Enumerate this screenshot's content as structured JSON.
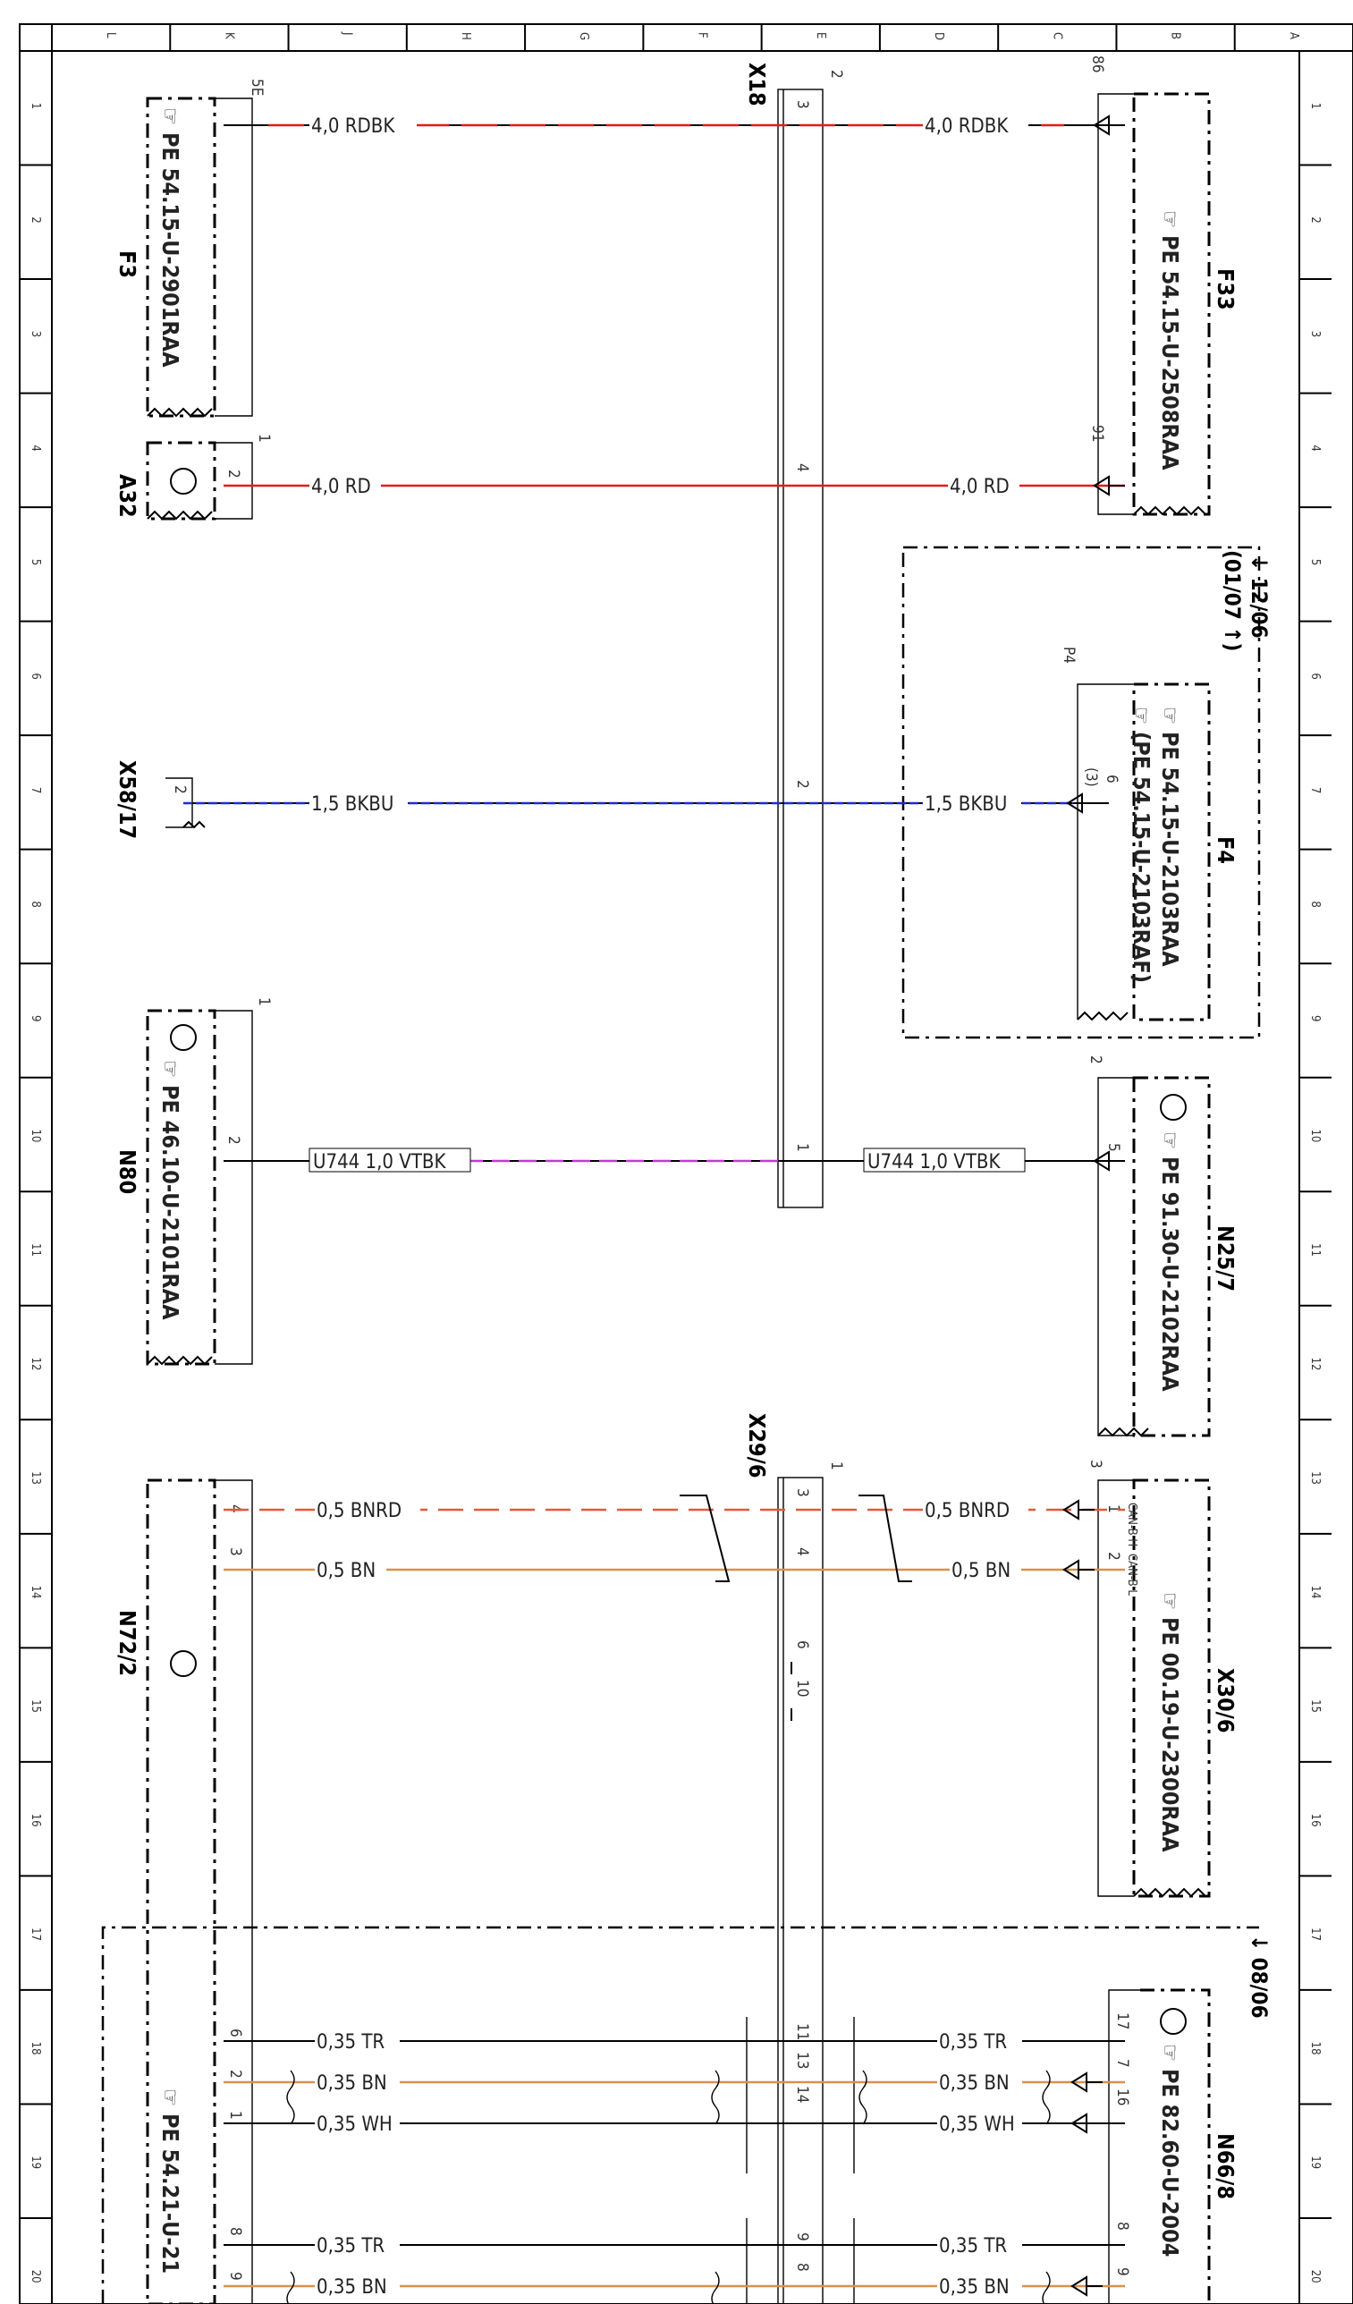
{
  "grid_letters": [
    "L",
    "K",
    "J",
    "H",
    "G",
    "F",
    "E",
    "D",
    "C",
    "B",
    "A"
  ],
  "grid_numbers": [
    "1",
    "2",
    "3",
    "4",
    "5",
    "6",
    "7",
    "8",
    "9",
    "10",
    "11",
    "12",
    "13",
    "14",
    "15",
    "16",
    "17",
    "18",
    "19",
    "20"
  ],
  "colors": {
    "RDBK": "#e21c1c",
    "RD": "#e21c1c",
    "BKBU": "#1d2bd6",
    "VTBK": "#c23ad6",
    "BNRD": "#e05a3a",
    "BN": "#d9914a",
    "TR": "#000000",
    "WH": "#000000"
  },
  "connectors": {
    "x18": {
      "name": "X18",
      "top_pin": "2",
      "pins": [
        "3",
        "4",
        "2",
        "1"
      ]
    },
    "x29": {
      "name": "X29/6",
      "top_pin": "1",
      "pins": [
        "3",
        "4",
        "6",
        "10",
        "11",
        "13",
        "14",
        "9",
        "8"
      ]
    }
  },
  "components": {
    "f3": {
      "name": "F3",
      "ref": "PE 54.15-U-2901RAA",
      "pin": "5E"
    },
    "a32": {
      "name": "A32",
      "pin_a": "2",
      "pin_b": "1"
    },
    "x58": {
      "name": "X58/17",
      "pin": "2"
    },
    "n80": {
      "name": "N80",
      "ref": "PE 46.10-U-2101RAA",
      "pin_a": "2",
      "pin_b": "1"
    },
    "n72": {
      "name": "N72/2",
      "ref": "PE 54.21-U-21",
      "pins": [
        "4",
        "3",
        "6",
        "2",
        "1",
        "8",
        "9"
      ]
    },
    "f33": {
      "name": "F33",
      "ref": "PE 54.15-U-2508RAA",
      "pin_a": "86",
      "pin_b": "91"
    },
    "f4": {
      "name": "F4",
      "ref1": "PE 54.15-U-2103RAA",
      "ref2": "(PE 54.15-U-2103RAF)",
      "pin": "6",
      "pin_alt": "(3)",
      "p4": "P4",
      "range_a": "12/06",
      "range_b": "(01/07",
      "arrow": "↓",
      "arrow2": "↑)"
    },
    "n25": {
      "name": "N25/7",
      "ref": "PE 91.30-U-2102RAA",
      "pin": "5",
      "top": "2"
    },
    "x30": {
      "name": "X30/6",
      "ref": "PE 00.19-U-2300RAA",
      "pin_h": "1",
      "pin_l": "2",
      "top": "3",
      "can_h": "CAN-B H",
      "can_l": "CAN-B L"
    },
    "n66": {
      "name": "N66/8",
      "ref": "PE 82.60-U-2004",
      "range": "08/06",
      "arrow": "↓",
      "pins": [
        "17",
        "7",
        "16",
        "8",
        "9"
      ]
    }
  },
  "wires": {
    "w1": "4,0 RDBK",
    "w4": "4,0 RD",
    "w7": "1,5 BKBU",
    "w10": "U744 1,0 VTBK",
    "w13": "0,5 BNRD",
    "w14": "0,5 BN",
    "w18": "0,35 TR",
    "w19a": "0,35 BN",
    "w19b": "0,35 WH",
    "w20a": "0,35 TR",
    "w20b": "0,35 BN"
  }
}
